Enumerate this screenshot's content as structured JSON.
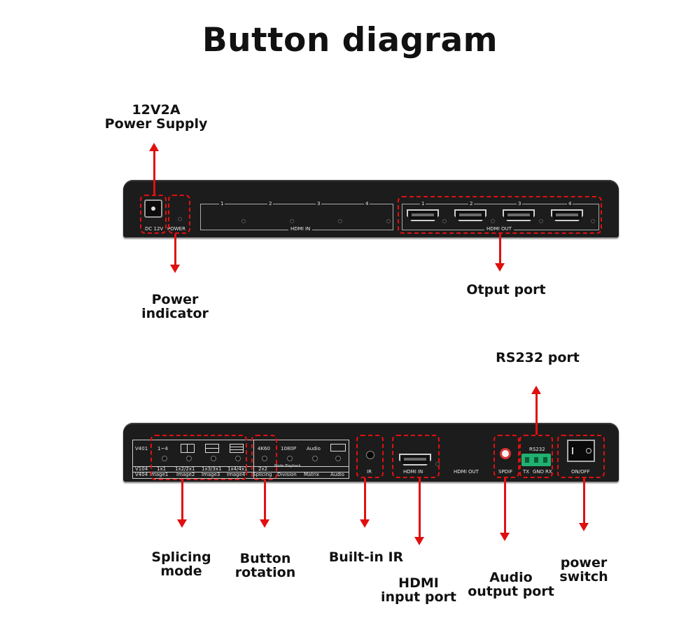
{
  "title": "Button diagram",
  "labels": {
    "power_supply": [
      "12V2A",
      "Power Supply"
    ],
    "power_indicator": [
      "Power",
      "indicator"
    ],
    "output_port": "Otput port",
    "rs232_port": "RS232 port",
    "splicing_mode": [
      "Splicing",
      "mode"
    ],
    "button_rotation": [
      "Button",
      "rotation"
    ],
    "built_in_ir": "Built-in IR",
    "hdmi_input_port": [
      "HDMI",
      "input port"
    ],
    "audio_output_port": [
      "Audio",
      "output port"
    ],
    "power_switch": [
      "power",
      "switch"
    ]
  },
  "rear_panel": {
    "dc": "DC 12V",
    "power": "POWER",
    "hdmi_in": "HDMI IN",
    "hdmi_out": "HDMI OUT",
    "in_numbers": [
      "1",
      "2",
      "3",
      "4"
    ],
    "out_numbers": [
      "1",
      "2",
      "3",
      "4"
    ]
  },
  "front_panel": {
    "row1": [
      "V401",
      "1~4",
      "4K60",
      "1080P",
      "Audio"
    ],
    "row2": [
      "V104",
      "1x1",
      "1x2/2x1",
      "1x3/3x1",
      "1x4/4x1",
      "2x2",
      "Mode Playback"
    ],
    "row3": [
      "V404",
      "Image1",
      "Image2",
      "Image3",
      "Image4",
      "Splicing",
      "Division",
      "Matrix",
      "Audio"
    ],
    "ir": "IR",
    "hdmi_in": "HDMI IN",
    "hdmi_out": "HDMI OUT",
    "spdif": "SPDIF",
    "rs232": "RS232",
    "rs232_pins": [
      "TX",
      "GND",
      "RX"
    ],
    "onoff": "ON/OFF"
  },
  "colors": {
    "accent": "#e01010",
    "panel": "#1c1c1c",
    "text": "#111111"
  }
}
